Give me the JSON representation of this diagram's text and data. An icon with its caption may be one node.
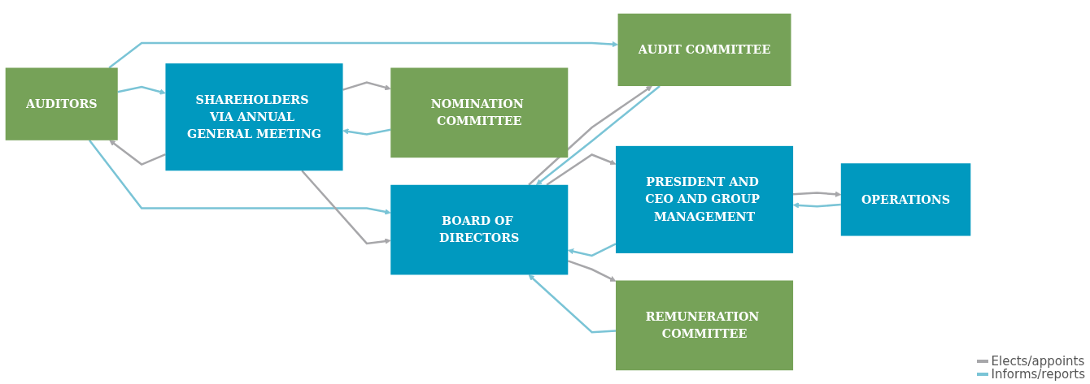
{
  "diagram": {
    "nodes": [
      {
        "text": [
          "AUDITORS"
        ]
      },
      {
        "text": [
          "AUDIT COMMITTEE"
        ]
      },
      {
        "text": [
          "SHAREHOLDERS VIA ANNUAL GENERAL MEETING"
        ]
      },
      {
        "text": [
          "BOARD OF DIRECTORS"
        ]
      },
      {
        "text": [
          "PRESIDENT AND CEO AND GROUP MANAGEMENT"
        ]
      },
      {
        "text": [
          "OPERATIONS"
        ]
      },
      {
        "text": [
          "NOMINATION COMMITTEE"
        ]
      },
      {
        "text": [
          "REMUNERATION COMMITTEE"
        ]
      }
    ],
    "edges": [
      {
        "from": 0,
        "to": 2,
        "arrow": "to",
        "color": "#7ac4d6"
      },
      {
        "from": 2,
        "to": 0,
        "arrow": "to",
        "color": "#a7a7aa"
      },
      {
        "from": 0,
        "to": 1,
        "arrow": "to",
        "color": "#7ac4d6"
      },
      {
        "from": 0,
        "to": 3,
        "arrow": "to",
        "color": "#7ac4d6"
      },
      {
        "from": 2,
        "to": 3,
        "arrow": "to",
        "color": "#a7a7aa"
      },
      {
        "from": 3,
        "to": 1,
        "arrow": "to",
        "color": "#a7a7aa"
      },
      {
        "from": 3,
        "to": 4,
        "arrow": "to",
        "color": "#a7a7aa"
      },
      {
        "from": 3,
        "to": 7,
        "arrow": "to",
        "color": "#a7a7aa"
      },
      {
        "from": 1,
        "to": 3,
        "arrow": "to",
        "color": "#7ac4d6"
      },
      {
        "from": 4,
        "to": 3,
        "arrow": "to",
        "color": "#7ac4d6"
      },
      {
        "from": 7,
        "to": 3,
        "arrow": "to",
        "color": "#7ac4d6"
      },
      {
        "from": 4,
        "to": 5,
        "arrow": "to",
        "color": "#a7a7aa"
      },
      {
        "from": 5,
        "to": 4,
        "arrow": "to",
        "color": "#7ac4d6"
      },
      {
        "from": 2,
        "to": 6,
        "arrow": "to",
        "color": "#a7a7aa"
      },
      {
        "from": 6,
        "to": 2,
        "arrow": "to",
        "color": "#7ac4d6"
      }
    ],
    "legend": [
      {
        "text": "Elects/appoints",
        "color": "#a7a7aa"
      },
      {
        "text": "Informs/reports",
        "color": "#7ac4d6"
      }
    ]
  }
}
